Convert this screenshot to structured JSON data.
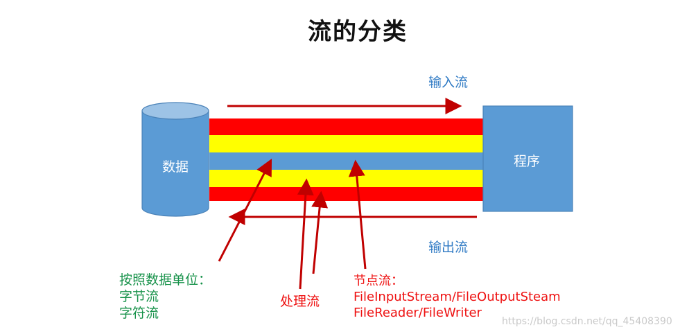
{
  "title": "流的分类",
  "nodes": {
    "data": "数据",
    "program": "程序"
  },
  "flows": {
    "input": "输入流",
    "output": "输出流"
  },
  "categories": {
    "by_unit": {
      "heading": "按照数据单位：",
      "items": [
        "字节流",
        "字符流"
      ]
    },
    "processing": "处理流",
    "node_stream": {
      "heading": "节点流：",
      "items": [
        "FileInputStream/FileOutputSteam",
        "FileReader/FileWriter"
      ]
    }
  },
  "watermark": "https://blog.csdn.net/qq_45408390",
  "colors": {
    "band_red": "#ff0000",
    "band_yellow": "#ffff00",
    "band_blue": "#5b9bd5",
    "arrow_red": "#c00000",
    "label_blue": "#2f7ac4",
    "label_green": "#17924a",
    "label_red": "#ee1111"
  }
}
